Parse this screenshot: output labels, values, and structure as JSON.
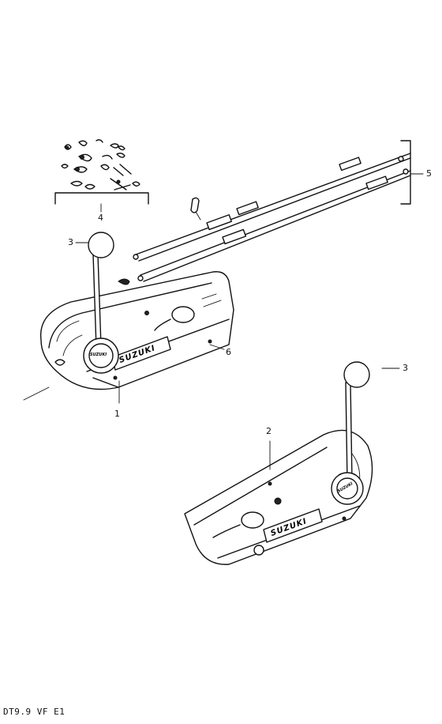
{
  "diagram": {
    "callouts": [
      {
        "id": "c1",
        "text": "1"
      },
      {
        "id": "c2",
        "text": "2"
      },
      {
        "id": "c3a",
        "text": "3"
      },
      {
        "id": "c3b",
        "text": "3"
      },
      {
        "id": "c4",
        "text": "4"
      },
      {
        "id": "c5",
        "text": "5"
      },
      {
        "id": "c6",
        "text": "6"
      }
    ],
    "brand_a": "SUZUKI",
    "brand_b": "SUZUKI",
    "knob_badge_a": "SUZUKI",
    "knob_badge_b": "SUZUKI",
    "model_code": "DT9.9 VF E1"
  }
}
